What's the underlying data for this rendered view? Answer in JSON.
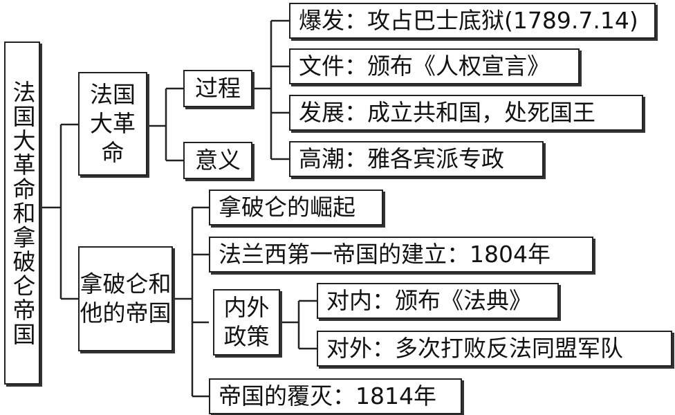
{
  "root": "法国大革命和拿破仑帝国",
  "revolution": {
    "title": "法国大革命",
    "process": {
      "label": "过程",
      "items": [
        "爆发：攻占巴士底狱(1789.7.14)",
        "文件：颁布《人权宣言》",
        "发展：成立共和国，处死国王",
        "高潮：雅各宾派专政"
      ]
    },
    "significance": "意义"
  },
  "napoleon": {
    "title": "拿破仑和他的帝国",
    "rise": "拿破仑的崛起",
    "founding": "法兰西第一帝国的建立：1804年",
    "policy": {
      "label": "内外政策",
      "domestic": "对内：颁布《法典》",
      "foreign": "对外：多次打败反法同盟军队"
    },
    "fall": "帝国的覆灭：1814年"
  }
}
